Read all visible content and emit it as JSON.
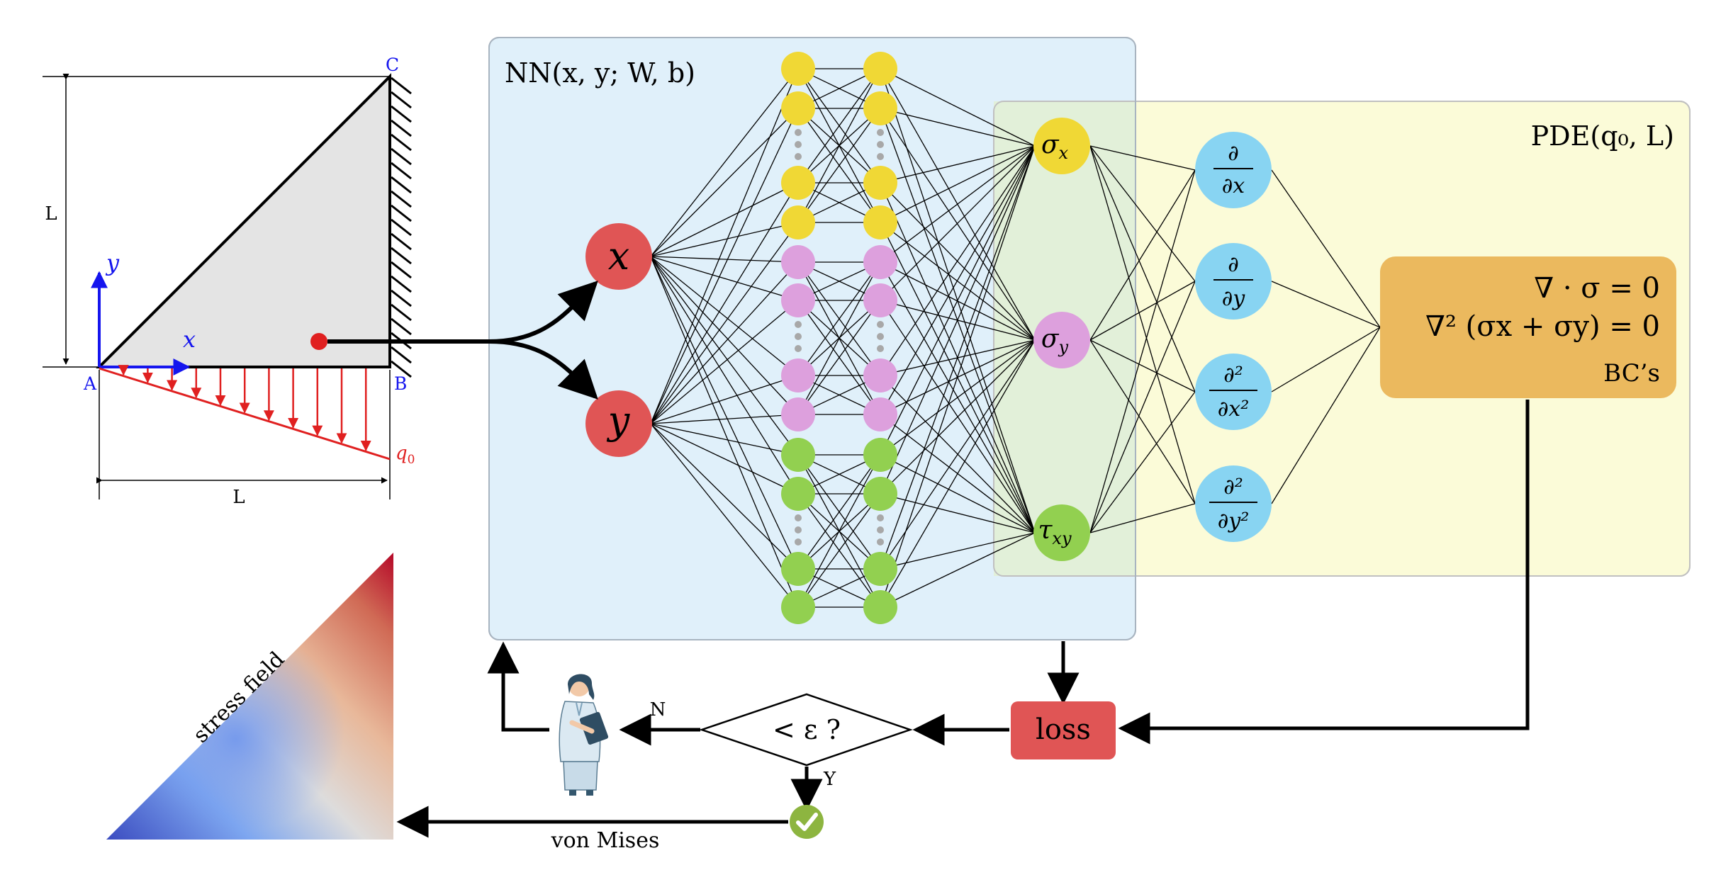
{
  "beam": {
    "corner_a": "A",
    "corner_b": "B",
    "corner_c": "C",
    "height_label": "L",
    "width_label": "L",
    "axis_x": "x",
    "axis_y": "y",
    "load_label_main": "q",
    "load_label_sub": "0"
  },
  "nn": {
    "title": "NN(x, y; W, b)",
    "input_x": "x",
    "input_y": "y",
    "out_sx_main": "σ",
    "out_sx_sub": "x",
    "out_sy_main": "σ",
    "out_sy_sub": "y",
    "out_txy_main": "τ",
    "out_txy_sub": "xy"
  },
  "pde": {
    "title": "PDE(q₀, L)",
    "d1_num": "∂",
    "d1_den": "∂x",
    "d2_num": "∂",
    "d2_den": "∂y",
    "d3_num": "∂²",
    "d3_den": "∂x²",
    "d4_num": "∂²",
    "d4_den": "∂y²",
    "eq1": "∇ · σ = 0",
    "eq2": "∇² (σx + σy) = 0",
    "eq3": "BC’s"
  },
  "flow": {
    "loss_label": "loss",
    "decision_label": "< ε ?",
    "no_label": "N",
    "yes_label": "Y",
    "output_label": "von Mises",
    "field_label": "stress field"
  },
  "colors": {
    "nn_box": "#e0f0fa",
    "pde_box": "#fbfbd8",
    "overlap_box": "#e2f0d9",
    "input_node": "#e05555",
    "layer_yellow": "#f0d835",
    "layer_pink": "#dda0dd",
    "layer_green": "#92d050",
    "deriv_node": "#88d4f2",
    "equation_box": "#ebb95e",
    "loss_box": "#e05555",
    "check_icon": "#8db540",
    "axis_blue": "#1515ee",
    "load_red": "#e02020"
  }
}
